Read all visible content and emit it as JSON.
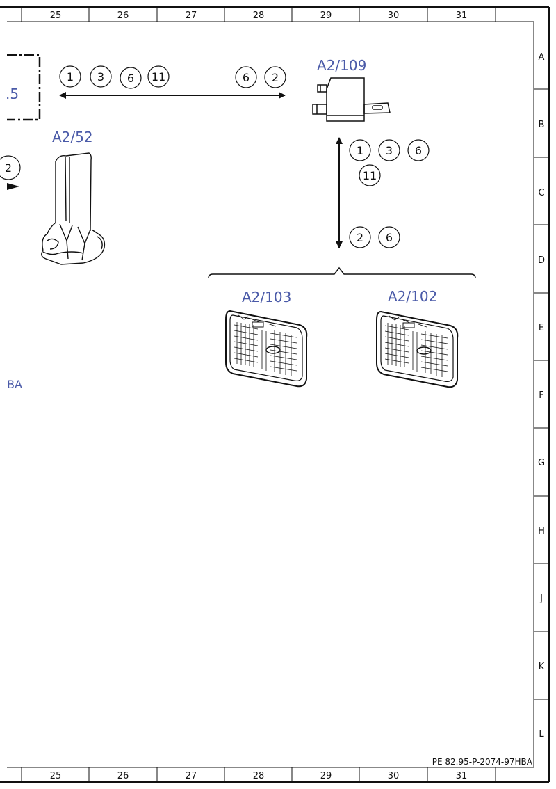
{
  "colors": {
    "label_blue": "#4a5aa8",
    "line": "#111111"
  },
  "grid": {
    "columns": [
      "25",
      "26",
      "27",
      "28",
      "29",
      "30",
      "31"
    ],
    "rows": [
      "A",
      "B",
      "C",
      "D",
      "E",
      "F",
      "G",
      "H",
      "J",
      "K",
      "L"
    ]
  },
  "components": {
    "left_partial_label": ".5",
    "a2_52": "A2/52",
    "a2_109": "A2/109",
    "a2_103": "A2/103",
    "a2_102": "A2/102",
    "left_marker": "BA"
  },
  "connections": {
    "horizontal_left": [
      "1",
      "3",
      "6",
      "11"
    ],
    "horizontal_right": [
      "6",
      "2"
    ],
    "vertical_top_row": [
      "1",
      "3",
      "6"
    ],
    "vertical_top_row2": [
      "11"
    ],
    "vertical_bottom": [
      "2",
      "6"
    ],
    "left_edge": [
      "2"
    ]
  },
  "footer": {
    "document_id": "PE 82.95-P-2074-97HBA"
  },
  "icons": {
    "a2_52": "antenna-mast-icon",
    "a2_109": "control-module-icon",
    "a2_103": "headlamp-icon",
    "a2_102": "headlamp-icon"
  }
}
